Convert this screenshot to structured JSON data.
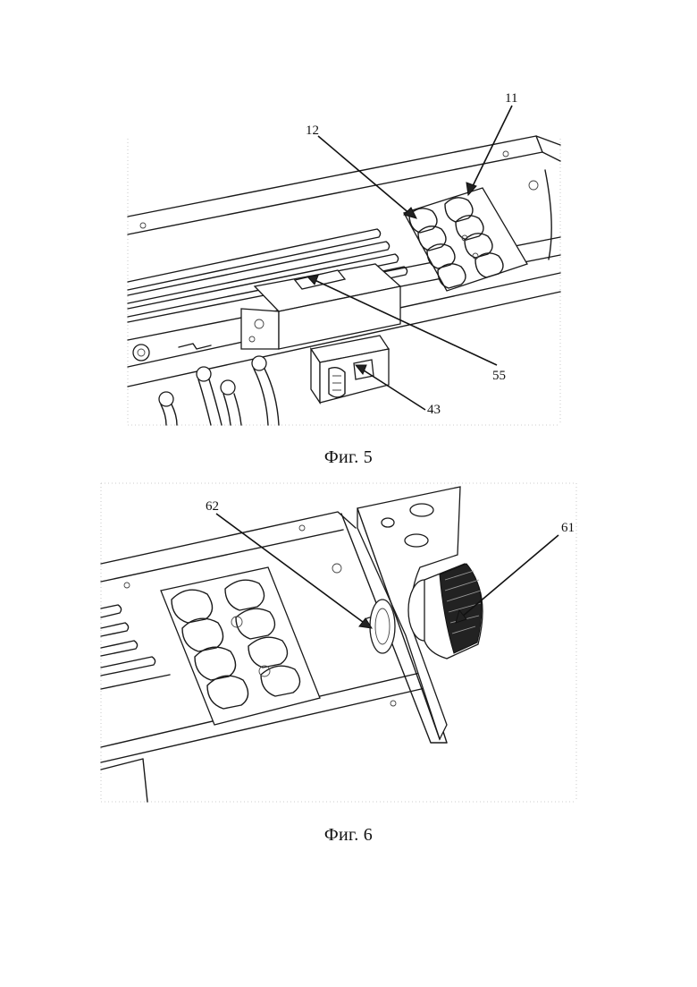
{
  "figures": [
    {
      "caption": "Фиг. 5",
      "labels": {
        "l12": "12",
        "l11": "11",
        "l55": "55",
        "l43": "43"
      }
    },
    {
      "caption": "Фиг. 6",
      "labels": {
        "l62": "62",
        "l61": "61"
      }
    }
  ]
}
